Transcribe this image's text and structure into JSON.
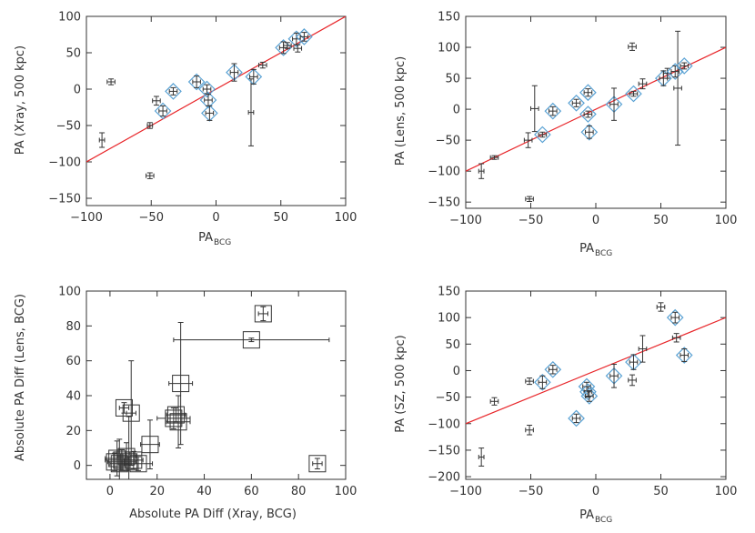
{
  "chart_data": [
    {
      "type": "scatter",
      "xlabel": "PA",
      "xlabel_sub": "BCG",
      "ylabel": "PA (Xray, 500 kpc)",
      "xlim": [
        -100,
        100
      ],
      "ylim": [
        -160,
        100
      ],
      "xticks": [
        -100,
        -50,
        0,
        50,
        100
      ],
      "yticks": [
        -150,
        -100,
        -50,
        0,
        50,
        100
      ],
      "xtick_labels": [
        "−100",
        "−50",
        "0",
        "50",
        "100"
      ],
      "ytick_labels": [
        "−150",
        "−100",
        "−50",
        "0",
        "50",
        "100"
      ],
      "reference_line": {
        "x": [
          -100,
          100
        ],
        "y": [
          -100,
          100
        ],
        "color": "#e8262a"
      },
      "points": [
        {
          "x": -88,
          "y": -70,
          "ey": 10,
          "ex": 2,
          "marker": "none"
        },
        {
          "x": -81,
          "y": 10,
          "ey": 4,
          "ex": 3,
          "marker": "none"
        },
        {
          "x": -51,
          "y": -50,
          "ey": 4,
          "ex": 2,
          "marker": "none"
        },
        {
          "x": -51,
          "y": -119,
          "ey": 4,
          "ex": 3,
          "marker": "none"
        },
        {
          "x": -46,
          "y": -16,
          "ey": 6,
          "ex": 3,
          "marker": "none"
        },
        {
          "x": -41,
          "y": -30,
          "ey": 7,
          "ex": 3,
          "marker": "diamond"
        },
        {
          "x": -33,
          "y": -3,
          "ey": 5,
          "ex": 3,
          "marker": "diamond"
        },
        {
          "x": -15,
          "y": 10,
          "ey": 8,
          "ex": 3,
          "marker": "diamond"
        },
        {
          "x": -7,
          "y": 0,
          "ey": 6,
          "ex": 3,
          "marker": "diamond"
        },
        {
          "x": -6,
          "y": -15,
          "ey": 8,
          "ex": 3,
          "marker": "diamond"
        },
        {
          "x": -5,
          "y": -33,
          "ey": 10,
          "ex": 3,
          "marker": "diamond"
        },
        {
          "x": 14,
          "y": 23,
          "ey": 12,
          "ex": 3,
          "marker": "diamond"
        },
        {
          "x": 27,
          "y": -32,
          "ey": 46,
          "ex": 2,
          "marker": "none"
        },
        {
          "x": 29,
          "y": 17,
          "ey": 10,
          "ex": 3,
          "marker": "diamond"
        },
        {
          "x": 36,
          "y": 33,
          "ey": 4,
          "ex": 3,
          "marker": "none"
        },
        {
          "x": 52,
          "y": 57,
          "ey": 8,
          "ex": 3,
          "marker": "diamond"
        },
        {
          "x": 55,
          "y": 60,
          "ey": 4,
          "ex": 3,
          "marker": "none"
        },
        {
          "x": 62,
          "y": 69,
          "ey": 8,
          "ex": 3,
          "marker": "diamond"
        },
        {
          "x": 63,
          "y": 56,
          "ey": 5,
          "ex": 3,
          "marker": "none"
        },
        {
          "x": 68,
          "y": 72,
          "ey": 6,
          "ex": 3,
          "marker": "diamond"
        }
      ]
    },
    {
      "type": "scatter",
      "xlabel": "PA",
      "xlabel_sub": "BCG",
      "ylabel": "PA (Lens, 500 kpc)",
      "xlim": [
        -100,
        100
      ],
      "ylim": [
        -160,
        150
      ],
      "xticks": [
        -100,
        -50,
        0,
        50,
        100
      ],
      "yticks": [
        -150,
        -100,
        -50,
        0,
        50,
        100,
        150
      ],
      "xtick_labels": [
        "−100",
        "−50",
        "0",
        "50",
        "100"
      ],
      "ytick_labels": [
        "−150",
        "−100",
        "−50",
        "0",
        "50",
        "100",
        "150"
      ],
      "reference_line": {
        "x": [
          -100,
          100
        ],
        "y": [
          -100,
          100
        ],
        "color": "#e8262a"
      },
      "points": [
        {
          "x": -88,
          "y": -100,
          "ey": 12,
          "ex": 2,
          "marker": "none"
        },
        {
          "x": -78,
          "y": -78,
          "ey": 3,
          "ex": 3,
          "marker": "none"
        },
        {
          "x": -52,
          "y": -50,
          "ey": 12,
          "ex": 3,
          "marker": "none"
        },
        {
          "x": -51,
          "y": -145,
          "ey": 4,
          "ex": 3,
          "marker": "none"
        },
        {
          "x": -47,
          "y": 1,
          "ey": 37,
          "ex": 3,
          "marker": "none"
        },
        {
          "x": -41,
          "y": -41,
          "ey": 4,
          "ex": 3,
          "marker": "diamond"
        },
        {
          "x": -33,
          "y": -3,
          "ey": 7,
          "ex": 3,
          "marker": "diamond"
        },
        {
          "x": -15,
          "y": 10,
          "ey": 6,
          "ex": 3,
          "marker": "diamond"
        },
        {
          "x": -6,
          "y": 27,
          "ey": 6,
          "ex": 3,
          "marker": "diamond"
        },
        {
          "x": -6,
          "y": -8,
          "ey": 5,
          "ex": 3,
          "marker": "diamond"
        },
        {
          "x": -5,
          "y": -37,
          "ey": 10,
          "ex": 3,
          "marker": "diamond"
        },
        {
          "x": 14,
          "y": 8,
          "ey": 26,
          "ex": 3,
          "marker": "diamond"
        },
        {
          "x": 28,
          "y": 101,
          "ey": 6,
          "ex": 3,
          "marker": "none"
        },
        {
          "x": 29,
          "y": 25,
          "ey": 4,
          "ex": 3,
          "marker": "diamond"
        },
        {
          "x": 36,
          "y": 41,
          "ey": 8,
          "ex": 3,
          "marker": "none"
        },
        {
          "x": 52,
          "y": 50,
          "ey": 12,
          "ex": 3,
          "marker": "diamond"
        },
        {
          "x": 55,
          "y": 58,
          "ey": 8,
          "ex": 3,
          "marker": "none"
        },
        {
          "x": 61,
          "y": 61,
          "ey": 9,
          "ex": 3,
          "marker": "diamond"
        },
        {
          "x": 63,
          "y": 34,
          "ey": 92,
          "ex": 3,
          "marker": "none"
        },
        {
          "x": 68,
          "y": 70,
          "ey": 5,
          "ex": 3,
          "marker": "diamond"
        }
      ]
    },
    {
      "type": "scatter",
      "xlabel": "Absolute PA Diff (Xray, BCG)",
      "ylabel": "Absolute PA Diff (Lens, BCG)",
      "xlim": [
        -10,
        100
      ],
      "ylim": [
        -8,
        100
      ],
      "xticks": [
        0,
        20,
        40,
        60,
        80,
        100
      ],
      "yticks": [
        0,
        20,
        40,
        60,
        80,
        100
      ],
      "xtick_labels": [
        "0",
        "20",
        "40",
        "60",
        "80",
        "100"
      ],
      "ytick_labels": [
        "0",
        "20",
        "40",
        "60",
        "80",
        "100"
      ],
      "points": [
        {
          "x": 2,
          "y": 2,
          "ex": 3,
          "ey": 5,
          "marker": "square"
        },
        {
          "x": 3,
          "y": 4,
          "ex": 5,
          "ey": 10,
          "marker": "square"
        },
        {
          "x": 4,
          "y": 1,
          "ex": 4,
          "ey": 14,
          "marker": "square"
        },
        {
          "x": 5,
          "y": 3,
          "ex": 7,
          "ey": 6,
          "marker": "square"
        },
        {
          "x": 6,
          "y": 33,
          "ex": 2,
          "ey": 3,
          "marker": "square"
        },
        {
          "x": 7,
          "y": 5,
          "ex": 4,
          "ey": 8,
          "marker": "square"
        },
        {
          "x": 8,
          "y": 2,
          "ex": 3,
          "ey": 26,
          "marker": "square"
        },
        {
          "x": 9,
          "y": 30,
          "ex": 2,
          "ey": 30,
          "marker": "square"
        },
        {
          "x": 10,
          "y": 3,
          "ex": 4,
          "ey": 5,
          "marker": "square"
        },
        {
          "x": 12,
          "y": 1,
          "ex": 6,
          "ey": 4,
          "marker": "square"
        },
        {
          "x": 17,
          "y": 12,
          "ex": 4,
          "ey": 14,
          "marker": "square"
        },
        {
          "x": 27,
          "y": 27,
          "ex": 7,
          "ey": 6,
          "marker": "square"
        },
        {
          "x": 28,
          "y": 29,
          "ex": 4,
          "ey": 4,
          "marker": "square"
        },
        {
          "x": 29,
          "y": 25,
          "ex": 5,
          "ey": 15,
          "marker": "square"
        },
        {
          "x": 30,
          "y": 47,
          "ex": 5,
          "ey": 35,
          "marker": "square"
        },
        {
          "x": 60,
          "y": 72,
          "ex": 33,
          "ey": 1,
          "marker": "square"
        },
        {
          "x": 65,
          "y": 87,
          "ex": 2,
          "ey": 4,
          "marker": "square"
        },
        {
          "x": 88,
          "y": 1,
          "ex": 2,
          "ey": 3,
          "marker": "square"
        }
      ]
    },
    {
      "type": "scatter",
      "xlabel": "PA",
      "xlabel_sub": "BCG",
      "ylabel": "PA (SZ, 500 kpc)",
      "xlim": [
        -100,
        100
      ],
      "ylim": [
        -205,
        150
      ],
      "xticks": [
        -100,
        -50,
        0,
        50,
        100
      ],
      "yticks": [
        -200,
        -150,
        -100,
        -50,
        0,
        50,
        100,
        150
      ],
      "xtick_labels": [
        "−100",
        "−50",
        "0",
        "50",
        "100"
      ],
      "ytick_labels": [
        "−200",
        "−150",
        "−100",
        "−50",
        "0",
        "50",
        "100",
        "150"
      ],
      "reference_line": {
        "x": [
          -100,
          100
        ],
        "y": [
          -100,
          100
        ],
        "color": "#e8262a"
      },
      "points": [
        {
          "x": -88,
          "y": -163,
          "ey": 17,
          "ex": 2,
          "marker": "none"
        },
        {
          "x": -78,
          "y": -58,
          "ey": 7,
          "ex": 3,
          "marker": "none"
        },
        {
          "x": -51,
          "y": -20,
          "ey": 6,
          "ex": 3,
          "marker": "none"
        },
        {
          "x": -51,
          "y": -112,
          "ey": 9,
          "ex": 3,
          "marker": "none"
        },
        {
          "x": -41,
          "y": -22,
          "ey": 12,
          "ex": 3,
          "marker": "diamond"
        },
        {
          "x": -33,
          "y": 2,
          "ey": 8,
          "ex": 3,
          "marker": "diamond"
        },
        {
          "x": -15,
          "y": -90,
          "ey": 8,
          "ex": 3,
          "marker": "diamond"
        },
        {
          "x": -7,
          "y": -30,
          "ey": 8,
          "ex": 3,
          "marker": "diamond"
        },
        {
          "x": -6,
          "y": -40,
          "ey": 10,
          "ex": 3,
          "marker": "diamond"
        },
        {
          "x": -5,
          "y": -48,
          "ey": 10,
          "ex": 3,
          "marker": "diamond"
        },
        {
          "x": 14,
          "y": -10,
          "ey": 22,
          "ex": 3,
          "marker": "diamond"
        },
        {
          "x": 28,
          "y": -18,
          "ey": 10,
          "ex": 3,
          "marker": "none"
        },
        {
          "x": 29,
          "y": 16,
          "ey": 14,
          "ex": 3,
          "marker": "diamond"
        },
        {
          "x": 36,
          "y": 41,
          "ey": 25,
          "ex": 3,
          "marker": "none"
        },
        {
          "x": 50,
          "y": 120,
          "ey": 8,
          "ex": 3,
          "marker": "none"
        },
        {
          "x": 61,
          "y": 100,
          "ey": 10,
          "ex": 3,
          "marker": "diamond"
        },
        {
          "x": 62,
          "y": 62,
          "ey": 8,
          "ex": 3,
          "marker": "none"
        },
        {
          "x": 68,
          "y": 29,
          "ey": 12,
          "ex": 3,
          "marker": "diamond"
        }
      ]
    }
  ],
  "colors": {
    "axis": "#333333",
    "errorbar": "#333333",
    "diamond": "#5aa2d4",
    "square": "#333333",
    "fit_line": "#e8262a"
  }
}
